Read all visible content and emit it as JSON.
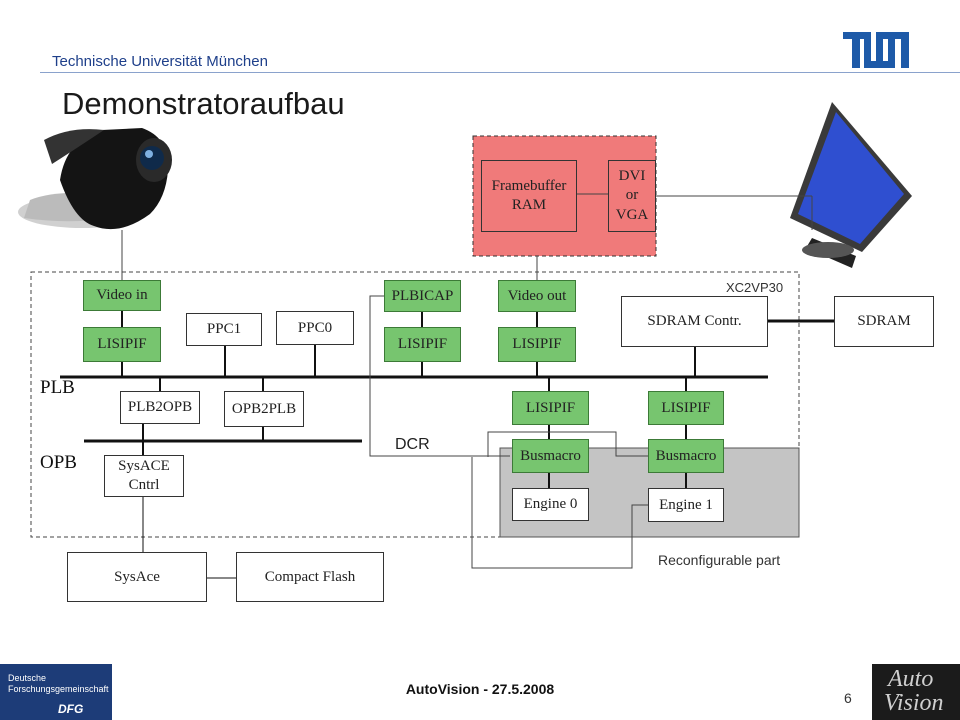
{
  "header": {
    "university": "Technische Universität München",
    "logo": "TUM",
    "title": "Demonstratoraufbau"
  },
  "chip_label": "XC2VP30",
  "reconfigurable_label": "Reconfigurable part",
  "dcr_label": "DCR",
  "bus": {
    "plb": "PLB",
    "opb": "OPB"
  },
  "blocks": {
    "video_in": "Video in",
    "lisipif_video_in": "LISIPIF",
    "ppc1": "PPC1",
    "ppc0": "PPC0",
    "plbicap": "PLBICAP",
    "lisipif_plbicap": "LISIPIF",
    "video_out": "Video out",
    "lisipif_video_out": "LISIPIF",
    "sdram_contr": "SDRAM Contr.",
    "sdram": "SDRAM",
    "plb2opb": "PLB2OPB",
    "opb2plb": "OPB2PLB",
    "lisipif_engine0": "LISIPIF",
    "lisipif_engine1": "LISIPIF",
    "busmacro0": "Busmacro",
    "busmacro1": "Busmacro",
    "engine0": "Engine 0",
    "engine1": "Engine 1",
    "sysace_cntrl": "SysACE Cntrl",
    "sysace": "SysAce",
    "compact_flash": "Compact Flash",
    "framebuffer": "Framebuffer RAM",
    "dvi_vga": "DVI or VGA"
  },
  "footer": {
    "sponsor_line1": "Deutsche",
    "sponsor_line2": "Forschungsgemeinschaft",
    "sponsor_short": "DFG",
    "title": "AutoVision - 27.5.2008",
    "page": "6",
    "logo_line1": "Auto",
    "logo_line2": "Vision"
  },
  "colors": {
    "accent": "#1e3f8a",
    "green_block": "#77c56f",
    "framebuffer_area": "#f07a7a",
    "reconfigurable_area": "#c4c4c4"
  }
}
